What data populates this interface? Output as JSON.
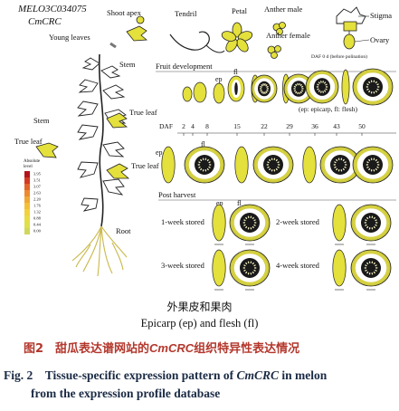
{
  "header": {
    "gene_id": "MELO3C034075",
    "gene_name": "CmCRC"
  },
  "plant_labels": {
    "shoot_apex": "Shoot apex",
    "young_leaves": "Young leaves",
    "stem_top": "Stem",
    "stem_mid": "Stem",
    "true_leaf_1": "True leaf",
    "true_leaf_2": "True leaf",
    "true_leaf_3": "True leaf",
    "root": "Root"
  },
  "organ_labels": {
    "tendril": "Tendril",
    "petal": "Petal",
    "anther_male": "Anther male",
    "anther_female": "Anther female",
    "stigma": "Stigma",
    "ovary": "Ovary",
    "daf0": "DAF 0 d (before polination)"
  },
  "legend": {
    "title_line1": "Absolute",
    "title_line2": "level",
    "ticks": [
      "3.95",
      "3.51",
      "3.07",
      "2.63",
      "2.20",
      "1.76",
      "1.32",
      "0.88",
      "0.44",
      "0.00"
    ],
    "colors": [
      "#b3141b",
      "#d23a22",
      "#e3652a",
      "#ec8a30",
      "#f0a834",
      "#f3bf38",
      "#f2d23c",
      "#e9dc43",
      "#dde04a",
      "#cfd85a"
    ]
  },
  "fruit_dev": {
    "title": "Fruit development",
    "ep_label": "ep",
    "fl_label": "fl",
    "note": "(ep: epicarp, fl: flesh)",
    "daf_label": "DAF",
    "daf_ticks": [
      "2",
      "4",
      "8",
      "15",
      "22",
      "29",
      "36",
      "43",
      "50"
    ],
    "row2_ep": "ep",
    "row2_fl": "fl"
  },
  "post_harvest": {
    "title": "Post harvest",
    "ep": "ep",
    "fl": "fl",
    "w1": "1-week stored",
    "w2": "2-week stored",
    "w3": "3-week stored",
    "w4": "4-week stored"
  },
  "captions": {
    "zh_sub": "外果皮和果肉",
    "en_sub": "Epicarp (ep) and flesh (fl)",
    "fig_zh_prefix": "图2　甜瓜表达谱网站的",
    "fig_zh_gene": "CmCRC",
    "fig_zh_suffix": "组织特异性表达情况",
    "fig_en_line1_prefix": "Fig. 2　Tissue-specific expression pattern of ",
    "fig_en_line1_gene": "CmCRC",
    "fig_en_line1_suffix": " in melon",
    "fig_en_line2": "from the expression profile database"
  },
  "colors": {
    "expression_low": "#e4e03c",
    "fruit_rim": "#d9d64a",
    "flesh_white": "#ffffff",
    "seed_dark": "#1a1a1a",
    "fig_zh": "#b3372c",
    "fig_en": "#1a2a44"
  }
}
